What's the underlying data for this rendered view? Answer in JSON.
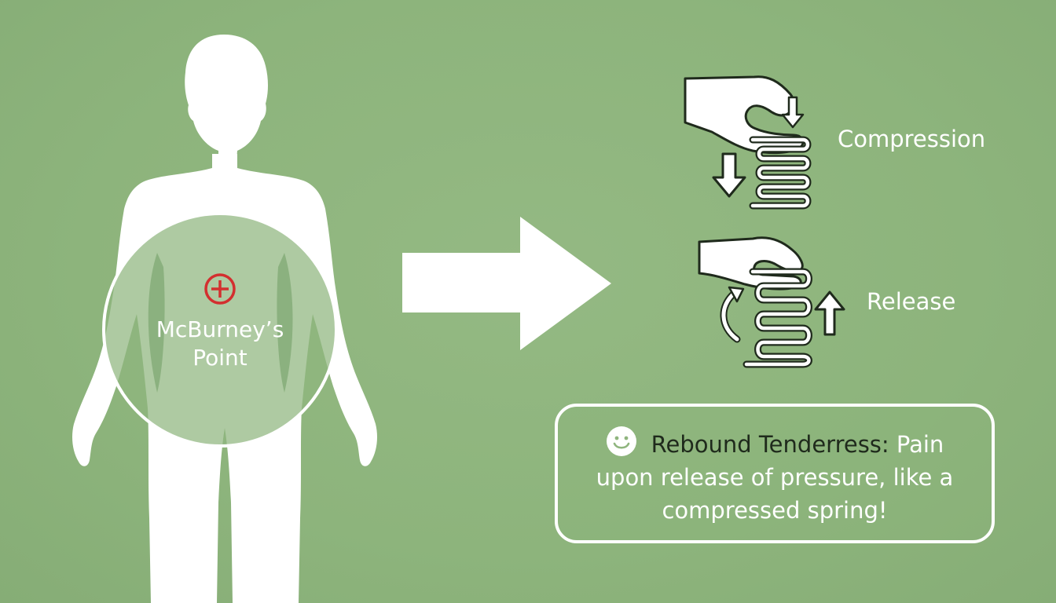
{
  "body": {
    "point_label_line1": "McBurney’s",
    "point_label_line2": "Point"
  },
  "steps": {
    "compression_label": "Compression",
    "release_label": "Release"
  },
  "callout": {
    "term": "Rebound Tenderress:",
    "text_line1_rest": " Pain",
    "text_line2": "upon release of pressure, like a",
    "text_line3": "compressed spring!"
  },
  "icons": {
    "body": "human-silhouette-icon",
    "marker": "circled-plus-icon",
    "arrow": "right-arrow-icon",
    "press": "hand-pressing-icon",
    "spring": "spring-icon",
    "smiley": "smiley-icon"
  },
  "colors": {
    "background": "#8fb57e",
    "foreground": "#ffffff",
    "marker": "#d32f2f",
    "term_text": "#1f2a1c"
  }
}
